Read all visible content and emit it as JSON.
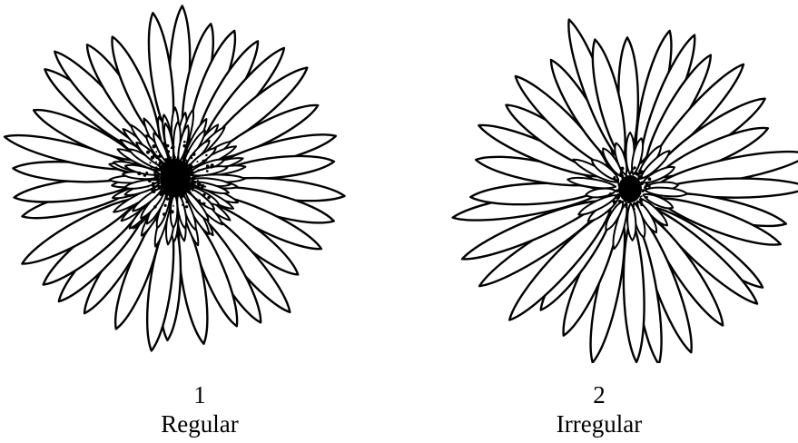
{
  "figures": [
    {
      "number": "1",
      "label": "Regular",
      "inner_petals": 40,
      "outer_petals": 34
    },
    {
      "number": "2",
      "label": "Irregular",
      "inner_petals": 22,
      "outer_petals": 32
    }
  ]
}
